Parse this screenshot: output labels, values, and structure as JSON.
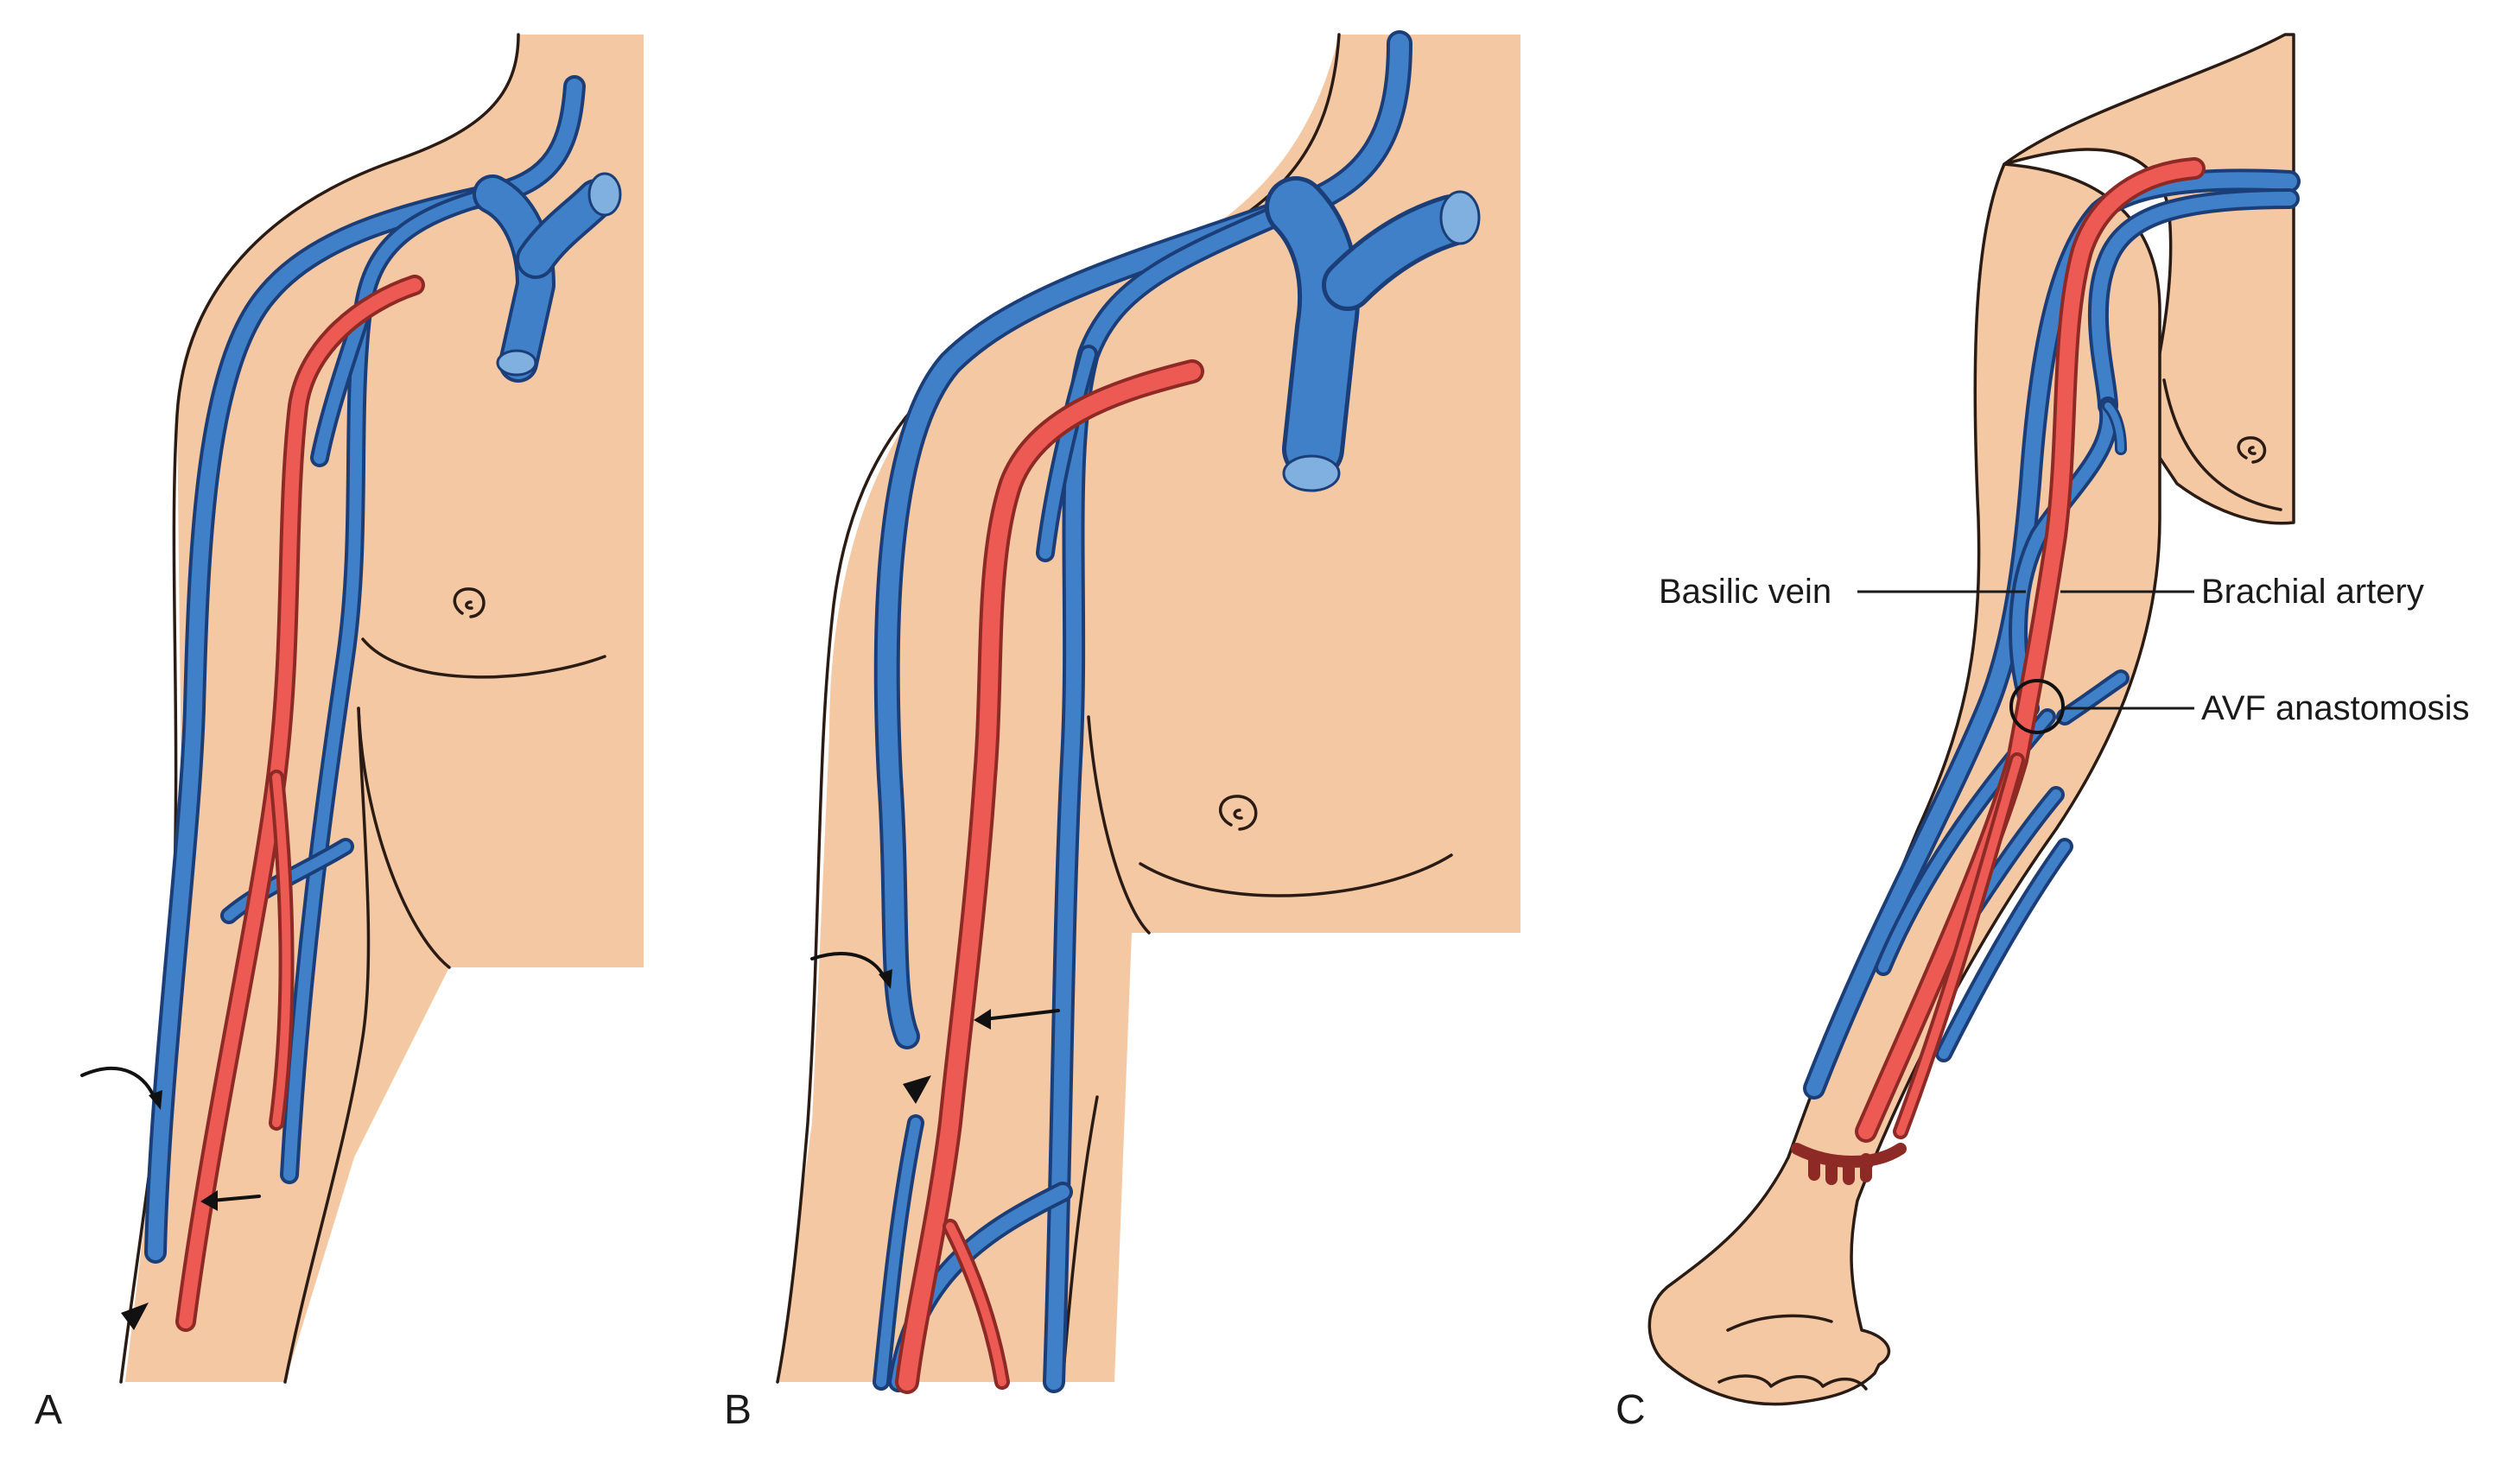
{
  "panels": [
    {
      "id": "A",
      "letter": "A"
    },
    {
      "id": "B",
      "letter": "B"
    },
    {
      "id": "C",
      "letter": "C"
    }
  ],
  "labels": {
    "basilic_vein": "Basilic vein",
    "brachial_artery": "Brachial artery",
    "avf_anastomosis": "AVF anastomosis"
  },
  "colors": {
    "skin": "#f5c8a4",
    "vein": "#3f80c8",
    "vein_outline": "#1c3e78",
    "artery": "#ec5a53",
    "artery_outline": "#8e2a26",
    "outline": "#2a1c14",
    "background": "#ffffff"
  },
  "icons": [
    "curved-arrow-icon",
    "straight-arrow-icon",
    "arrowhead-icon",
    "anastomosis-circle-icon",
    "nipple-icon"
  ]
}
